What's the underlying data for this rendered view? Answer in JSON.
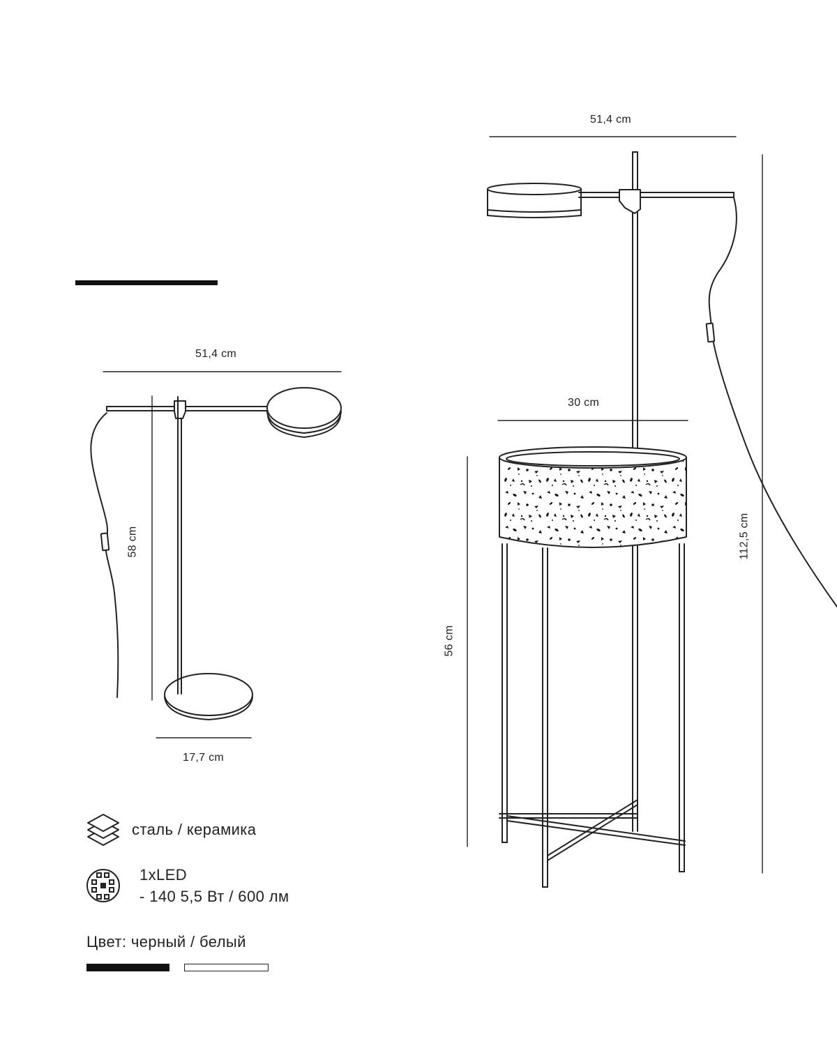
{
  "desk_lamp": {
    "width_label": "51,4 cm",
    "height_label": "58 cm",
    "base_label": "17,7 cm"
  },
  "floor_lamp": {
    "width_label": "51,4 cm",
    "table_width_label": "30 cm",
    "table_height_label": "56 cm",
    "total_height_label": "112,5 cm"
  },
  "specs": {
    "material": "сталь / керамика",
    "light_line1": "1xLED",
    "light_line2": "- 140 5,5 Вт / 600 лм",
    "color_label": "Цвет: черный / белый",
    "material_icon": "layers-icon",
    "light_icon": "led-chip-icon"
  },
  "swatches": {
    "black": "#111111",
    "white": "#ffffff"
  }
}
